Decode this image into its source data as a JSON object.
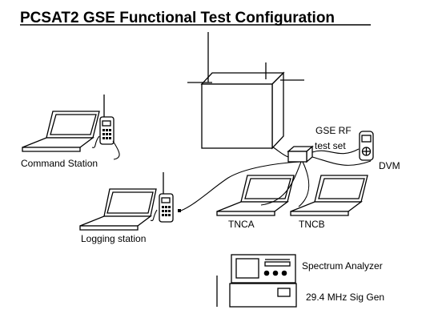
{
  "title": "PCSAT2 GSE Functional Test Configuration",
  "labels": {
    "command_station": "Command Station",
    "logging_station": "Logging station",
    "gse_rf_line1": "GSE RF",
    "gse_rf_line2": "test set",
    "dvm": "DVM",
    "tnca": "TNCA",
    "tncb": "TNCB",
    "spectrum_analyzer": "Spectrum Analyzer",
    "sig_gen": "29.4 MHz Sig Gen"
  }
}
